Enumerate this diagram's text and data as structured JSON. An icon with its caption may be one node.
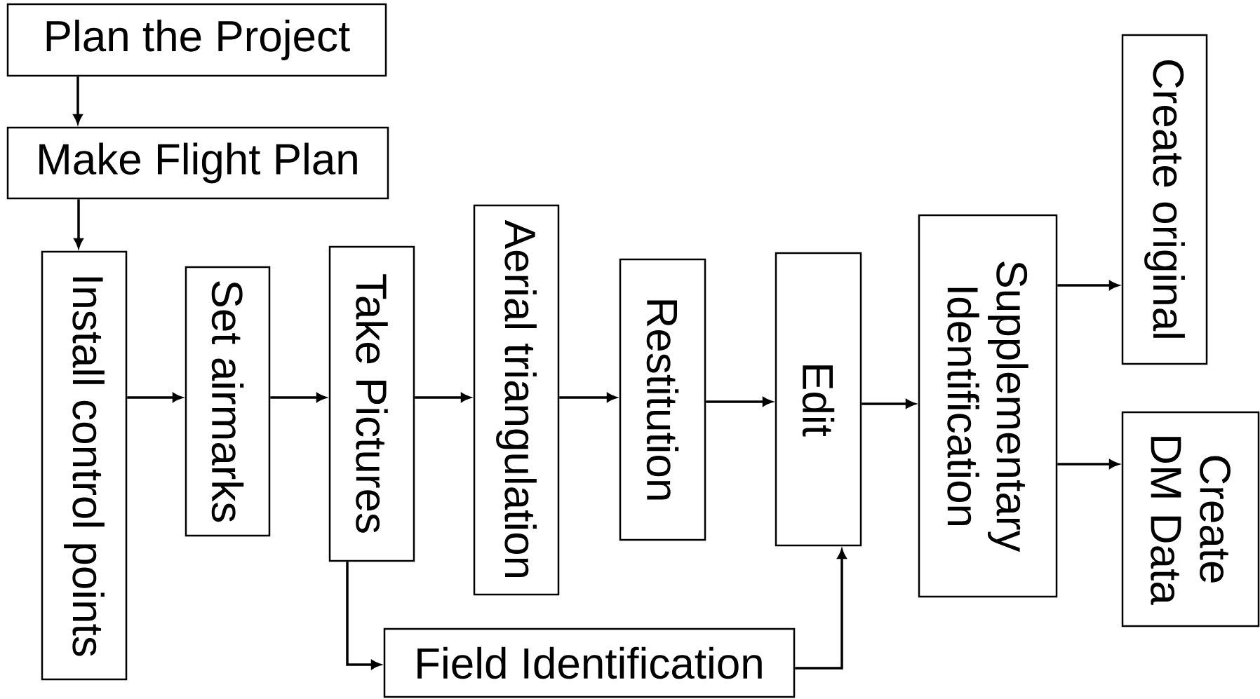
{
  "diagram": {
    "nodes": [
      {
        "text": [
          "Plan the Project"
        ]
      },
      {
        "text": [
          "Make Flight Plan"
        ]
      },
      {
        "text": [
          "Install control points"
        ]
      },
      {
        "text": [
          "Set airmarks"
        ]
      },
      {
        "text": [
          "Take Pictures"
        ]
      },
      {
        "text": [
          "Aerial triangulation"
        ]
      },
      {
        "text": [
          "Restitution"
        ]
      },
      {
        "text": [
          "Edit"
        ]
      },
      {
        "text": [
          "Supplementary Identification"
        ]
      },
      {
        "text": [
          "Create original"
        ]
      },
      {
        "text": [
          "Create DM Data"
        ]
      },
      {
        "text": [
          "Field Identification"
        ]
      }
    ],
    "edges": [
      {
        "from": 0,
        "to": 1,
        "arrow": "to"
      },
      {
        "from": 1,
        "to": 2,
        "arrow": "to"
      },
      {
        "from": 2,
        "to": 3,
        "arrow": "to"
      },
      {
        "from": 3,
        "to": 4,
        "arrow": "to"
      },
      {
        "from": 4,
        "to": 5,
        "arrow": "to"
      },
      {
        "from": 5,
        "to": 6,
        "arrow": "to"
      },
      {
        "from": 6,
        "to": 7,
        "arrow": "to"
      },
      {
        "from": 7,
        "to": 8,
        "arrow": "to"
      },
      {
        "from": 8,
        "to": 9,
        "arrow": "to"
      },
      {
        "from": 8,
        "to": 10,
        "arrow": "to"
      },
      {
        "from": 4,
        "to": 11,
        "arrow": "to"
      },
      {
        "from": 11,
        "to": 7,
        "arrow": "to"
      }
    ]
  }
}
